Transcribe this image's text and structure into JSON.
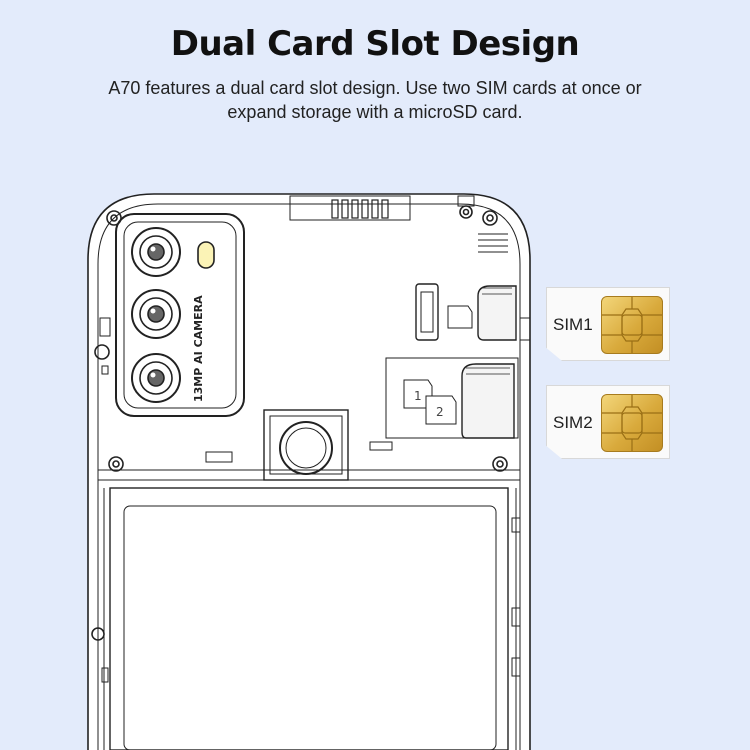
{
  "header": {
    "title": "Dual Card Slot Design",
    "subtitle": "A70 features a dual card slot design. Use two SIM cards at once or expand storage with a microSD card."
  },
  "phone": {
    "camera_label": "13MP AI CAMERA",
    "slot_numbers": [
      "1",
      "2"
    ]
  },
  "sim_cards": [
    {
      "label": "SIM1"
    },
    {
      "label": "SIM2"
    }
  ],
  "colors": {
    "background": "#e3ebfb",
    "chip_gold": "#d9aa3c",
    "line_art": "#222222"
  }
}
